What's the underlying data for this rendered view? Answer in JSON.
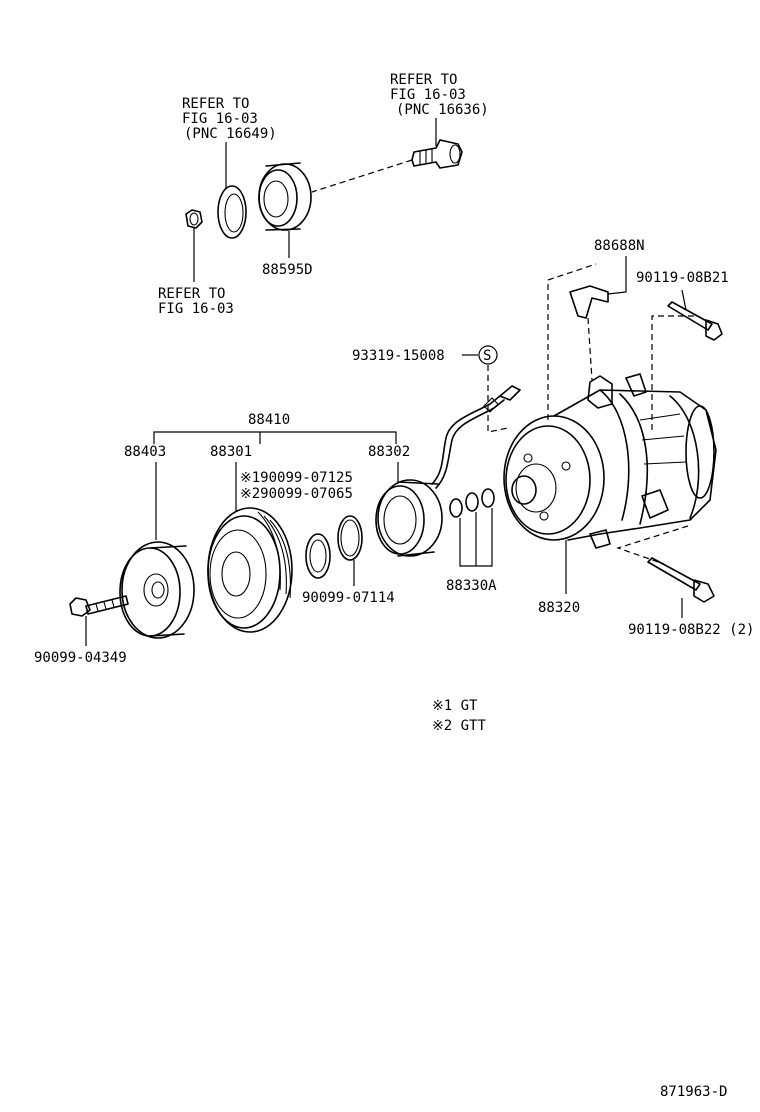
{
  "labels": {
    "refer_top_right": [
      "REFER TO",
      "FIG 16-03",
      "(PNC 16636)"
    ],
    "refer_top_left": [
      "REFER TO",
      "FIG 16-03",
      "(PNC 16649)"
    ],
    "refer_bottom_left": [
      "REFER TO",
      "FIG 16-03"
    ],
    "part_88595D": "88595D",
    "part_88688N": "88688N",
    "part_90119_08B21": "90119-08B21",
    "part_93319_15008": "93319-15008",
    "s_mark": "S",
    "part_88410": "88410",
    "part_88403": "88403",
    "part_88301": "88301",
    "part_88302": "88302",
    "note_190099": "※190099-07125",
    "note_290099": "※290099-07065",
    "part_90099_07114": "90099-07114",
    "part_88330A": "88330A",
    "part_88320": "88320",
    "part_90119_08B22": "90119-08B22 (2)",
    "part_90099_04349": "90099-04349",
    "legend_1": "※1  GT",
    "legend_2": "※2  GTT",
    "figure_id": "871963-D"
  }
}
